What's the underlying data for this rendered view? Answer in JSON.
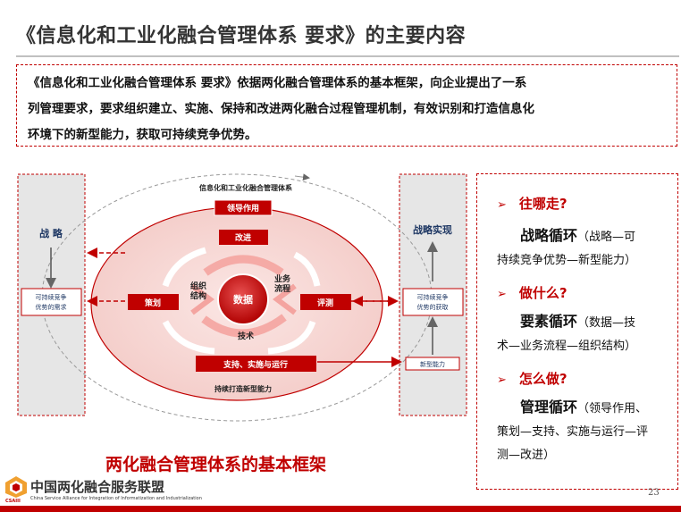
{
  "title": "《信息化和工业化融合管理体系 要求》的主要内容",
  "intro": {
    "line1": "《信息化和工业化融合管理体系 要求》依据两化融合管理体系的基本框架，向企业提出了一系",
    "line2": "列管理要求，要求组织建立、实施、保持和改进两化融合过程管理机制，有效识别和打造信息化",
    "line3": "环境下的新型能力，获取可持续竞争优势。"
  },
  "diagram": {
    "outer_label": "信息化和工业化融合管理体系",
    "bottom_label": "持续打造新型能力",
    "left_panel": {
      "title": "战 略",
      "box": [
        "可持续竞争",
        "优势的需求"
      ]
    },
    "right_panel": {
      "title": "战略实现",
      "box": [
        "可持续竞争",
        "优势的获取"
      ],
      "small_box": "新型能力"
    },
    "leadership": "领导作用",
    "improve": "改进",
    "plan": "策划",
    "evaluate": "评测",
    "support": "支持、实施与运行",
    "center": "数据",
    "org": [
      "组织",
      "结构"
    ],
    "process": [
      "业务",
      "流程"
    ],
    "tech": "技术"
  },
  "caption": "两化融合管理体系的基本框架",
  "right": {
    "q1": "往哪走?",
    "loop1_big": "战略循环",
    "loop1_note": "（战略—可",
    "loop1_line2": "持续竞争优势—新型能力）",
    "q2": "做什么?",
    "loop2_big": "要素循环",
    "loop2_note": "（数据—技",
    "loop2_line2": "术—业务流程—组织结构）",
    "q3": "怎么做?",
    "loop3_big": "管理循环",
    "loop3_note": "（领导作用、",
    "loop3_line2": "策划—支持、实施与运行—评",
    "loop3_line3": "测—改进）",
    "bullet": "➢"
  },
  "page_number": "23",
  "logo": {
    "name": "中国两化融合服务联盟",
    "english": "China Service Alliance for Integration of Informatization and Industrialization",
    "abbr": "CSAIII"
  },
  "colors": {
    "accent": "#c00000",
    "panel": "#e6e6e6",
    "ellipse": "#f5d5d2"
  }
}
